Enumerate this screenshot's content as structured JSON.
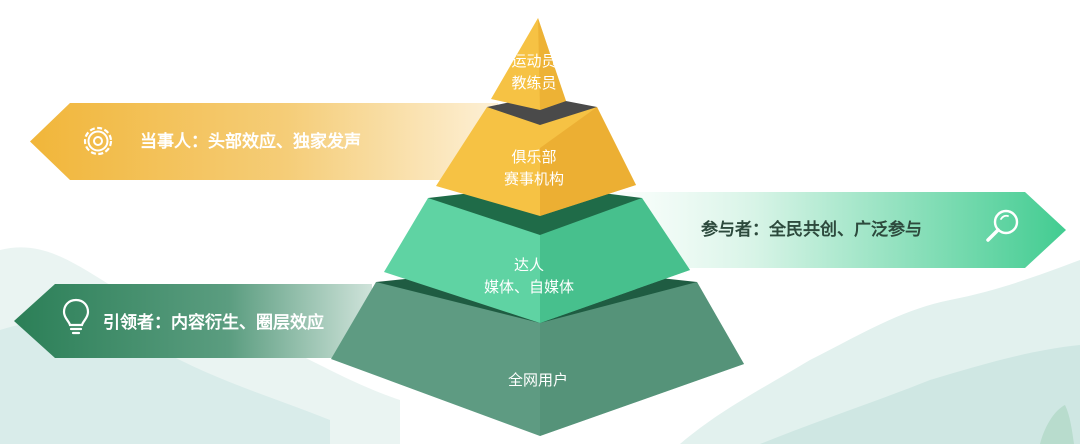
{
  "pyramid": {
    "level_1": {
      "line1": "运动员",
      "line2": "教练员"
    },
    "level_2": {
      "line1": "俱乐部",
      "line2": "赛事机构"
    },
    "level_3": {
      "line1": "达人",
      "line2": "媒体、自媒体"
    },
    "level_4": {
      "line1": "全网用户"
    }
  },
  "banners": {
    "top_left": {
      "text": "当事人：头部效应、独家发声",
      "icon": "gear-icon",
      "color": "#f1b63a"
    },
    "right": {
      "text": "参与者：全民共创、广泛参与",
      "icon": "magnifier-icon",
      "color": "#4fcf99"
    },
    "bottom_left": {
      "text": "引领者：内容衍生、圈层效应",
      "icon": "lightbulb-icon",
      "color": "#2f8a5e"
    }
  },
  "colors": {
    "gold": "#f6c244",
    "gold_dark": "#e8a72c",
    "mint": "#5fd3a3",
    "mint_dark": "#3fba86",
    "forest": "#5e9b82",
    "forest_dark": "#4f8c73",
    "divider": "#1f5c42",
    "tip_divider": "#4a4a4a"
  }
}
